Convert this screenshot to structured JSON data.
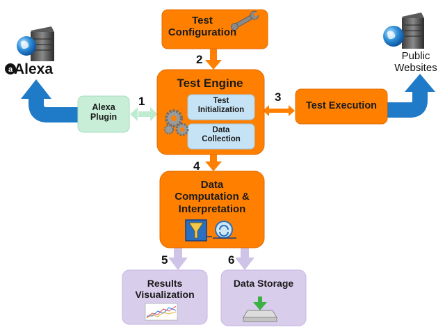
{
  "nodes": {
    "test_configuration": {
      "line1": "Test",
      "line2": "Configuration"
    },
    "test_engine": {
      "title": "Test Engine"
    },
    "test_initialization": {
      "line1": "Test",
      "line2": "Initialization"
    },
    "data_collection": {
      "line1": "Data",
      "line2": "Collection"
    },
    "alexa_plugin": {
      "line1": "Alexa",
      "line2": "Plugin"
    },
    "test_execution": {
      "label": "Test Execution"
    },
    "data_computation": {
      "line1": "Data",
      "line2": "Computation &",
      "line3": "Interpretation"
    },
    "results_visualization": {
      "line1": "Results",
      "line2": "Visualization"
    },
    "data_storage": {
      "label": "Data Storage"
    },
    "alexa": {
      "label": "Alexa"
    },
    "public_websites": {
      "line1": "Public",
      "line2": "Websites"
    }
  },
  "step_numbers": [
    "1",
    "2",
    "3",
    "4",
    "5",
    "6"
  ],
  "colors": {
    "orange": "#FF8000",
    "orange_border": "#E06A00",
    "light_blue": "#C6E3F5",
    "mint": "#C8EED8",
    "lavender": "#D9CDEC",
    "blue_arrow": "#1F7AC8",
    "mint_arrow": "#BFEBD0",
    "lavender_arrow": "#CFC3E8"
  },
  "icons": [
    "wrench-icon",
    "gears-icon",
    "server-icon",
    "globe-icon",
    "filter-icon",
    "recycle-icon",
    "chart-icon",
    "download-drive-icon"
  ]
}
